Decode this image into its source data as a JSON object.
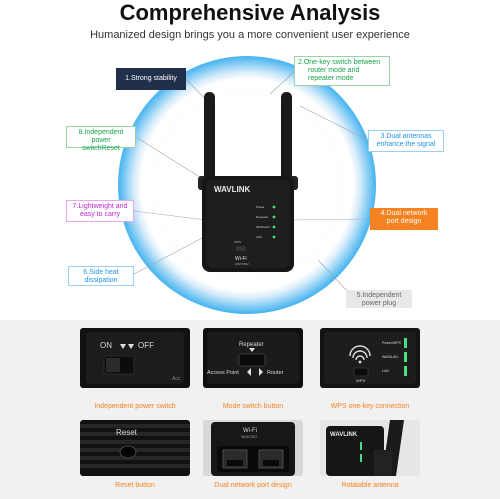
{
  "header": {
    "title": "Comprehensive Analysis",
    "subtitle": "Humanized design brings you a more convenient user experience"
  },
  "product": {
    "brand": "WAVLINK",
    "front_text": "Wi-Fi",
    "front_sub": "WN578R2",
    "indicators": [
      "Power",
      "Repeater",
      "WAN/LAN",
      "LAN"
    ],
    "wps_label": "WPS"
  },
  "callouts": {
    "strong_stability": "1.Strong stability",
    "one_key_switch_1": "2.One-key switch between",
    "one_key_switch_2": "router mode and",
    "one_key_switch_3": "repeater mode",
    "dual_antennas_1": "3.Dual antennas",
    "dual_antennas_2": "enhance the signal",
    "dual_network_1": "4.Dual network",
    "dual_network_2": "port design",
    "power_plug_1": "5.Independent",
    "power_plug_2": "power plug",
    "side_heat_1": "6.Side heat",
    "side_heat_2": "dissipation",
    "lightweight_1": "7.Lightweight and",
    "lightweight_2": "easy to carry",
    "power_switch_1": "8.Independent power",
    "power_switch_2": "switchReset"
  },
  "features": {
    "power_switch": {
      "caption": "Independent power switch",
      "on": "ON",
      "off": "OFF",
      "side": "Acc"
    },
    "mode_switch": {
      "caption": "Mode switch button",
      "repeater": "Repeater",
      "access_point": "Access Point",
      "router": "Router"
    },
    "wps": {
      "caption": "WPS one-key connection",
      "power": "Power/WPS",
      "wanlan": "WAN/LAN",
      "lan": "LAN",
      "wps": "WPS"
    },
    "reset": {
      "caption": "Reset button",
      "label": "Reset"
    },
    "ports": {
      "caption": "Dual network port design",
      "wifi": "Wi-Fi",
      "model": "WN578R2"
    },
    "antenna": {
      "caption": "Rotatable antenna",
      "brand": "WAVLINK"
    }
  }
}
